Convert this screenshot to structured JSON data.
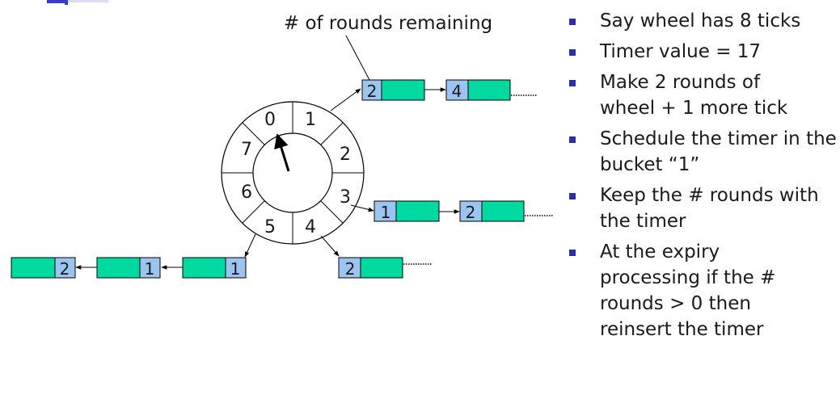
{
  "annotation": "# of rounds remaining",
  "wheel": {
    "slots": [
      "0",
      "1",
      "2",
      "3",
      "4",
      "5",
      "6",
      "7"
    ]
  },
  "chains": {
    "slot1": [
      "2",
      "4"
    ],
    "slot3": [
      "1",
      "2"
    ],
    "slot4": [
      "2"
    ],
    "slot5": [
      "1",
      "1",
      "2"
    ]
  },
  "bullets": [
    "Say wheel has 8 ticks",
    "Timer value = 17",
    "Make 2 rounds of wheel + 1 more tick",
    "Schedule the timer in the bucket “1”",
    "Keep the # rounds with the timer",
    "At the expiry processing if the # rounds > 0 then reinsert the timer"
  ],
  "colors": {
    "node_green": "#00d9a0",
    "node_blue": "#9cc4f0",
    "bullet": "#2b2bb5"
  }
}
